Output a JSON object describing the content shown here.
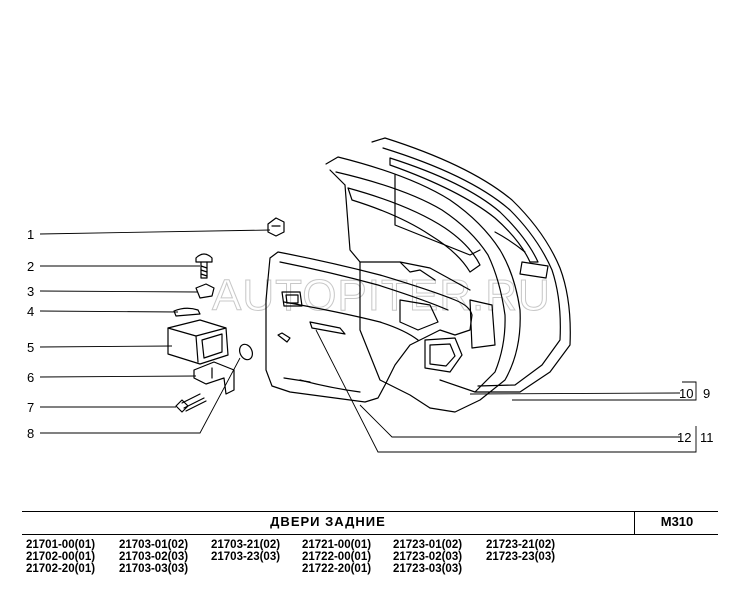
{
  "watermark": "AUTOPITER.RU",
  "callouts": [
    "1",
    "2",
    "3",
    "4",
    "5",
    "6",
    "7",
    "8",
    "9",
    "10",
    "11",
    "12"
  ],
  "header": {
    "title": "ДВЕРИ   ЗАДНИЕ",
    "code": "M310"
  },
  "models": [
    [
      "21701-00(01)",
      "21702-00(01)",
      "21702-20(01)"
    ],
    [
      "21703-01(02)",
      "21703-02(03)",
      "21703-03(03)"
    ],
    [
      "21703-21(02)",
      "21703-23(03)"
    ],
    [
      "21721-00(01)",
      "21722-00(01)",
      "21722-20(01)"
    ],
    [
      "21723-01(02)",
      "21723-02(03)",
      "21723-03(03)"
    ],
    [
      "21723-21(02)",
      "21723-23(03)"
    ]
  ]
}
